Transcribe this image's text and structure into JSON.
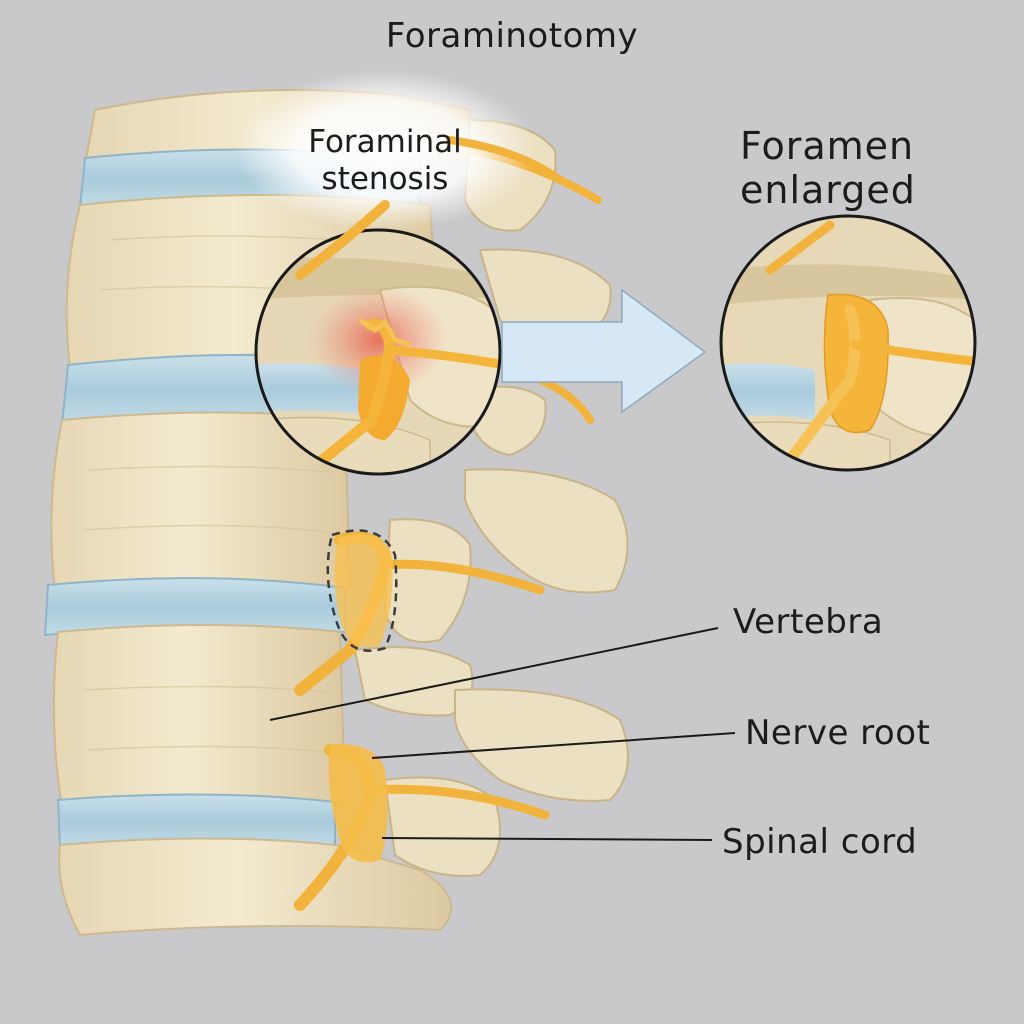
{
  "title": "Foraminotomy",
  "callouts": {
    "stenosis": "Foraminal stenosis",
    "enlarged_line1": "Foramen",
    "enlarged_line2": "enlarged"
  },
  "labels": {
    "vertebra": "Vertebra",
    "nerve_root": "Nerve root",
    "spinal_cord": "Spinal cord"
  },
  "colors": {
    "background": "#c9c9cb",
    "bone": "#efe4c8",
    "bone_shadow": "#d9c9a3",
    "disc": "#b9d6e3",
    "nerve": "#f4b53a",
    "inflammation": "#f08a7a",
    "arrow": "#d6e8f5"
  }
}
